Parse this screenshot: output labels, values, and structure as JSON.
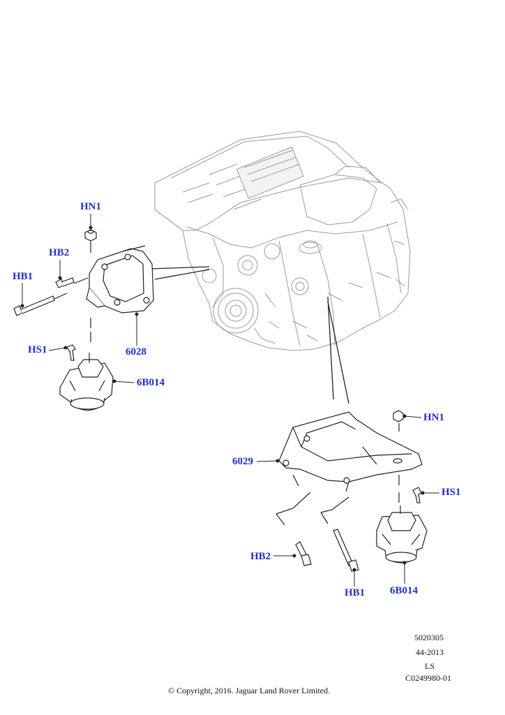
{
  "callouts": {
    "left": {
      "hn1": "HN1",
      "hb2": "HB2",
      "hb1": "HB1",
      "hs1": "HS1",
      "bracket": "6028",
      "mount": "6B014"
    },
    "right": {
      "hn1": "HN1",
      "hs1": "HS1",
      "bracket": "6029",
      "hb2": "HB2",
      "hb1": "HB1",
      "mount": "6B014"
    }
  },
  "footer": {
    "code1": "5020305",
    "code2": "44-2013",
    "code3": "LS",
    "code4": "C0249980-01",
    "copyright": "© Copyright, 2016. Jaguar Land Rover Limited."
  },
  "colors": {
    "callout": "#1f2fc8",
    "line": "#222222"
  }
}
